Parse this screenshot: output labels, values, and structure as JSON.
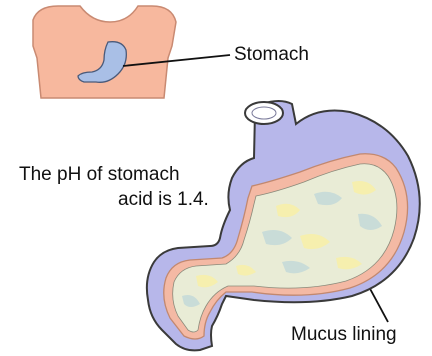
{
  "labels": {
    "stomach": "Stomach",
    "ph_line1": "The pH of stomach",
    "ph_line2": "acid is 1.4.",
    "mucus": "Mucus lining"
  },
  "colors": {
    "skin": "#f7b89e",
    "skin_outline": "#c98a72",
    "stomach_small": "#a9bfe6",
    "stomach_wall": "#b7b7ea",
    "wall_outline": "#3a3a3a",
    "mucus_lining": "#f4b9a4",
    "lumen": "#e9ecd6",
    "acid_patch": "#f6efae",
    "acid_patch_alt": "#c9dcd8",
    "pointer_line": "#111111"
  }
}
